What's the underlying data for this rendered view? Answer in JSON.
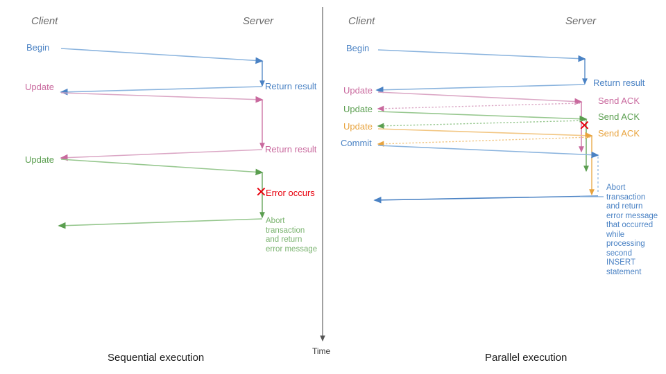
{
  "figure": {
    "title_left": "Sequential execution",
    "title_right": "Parallel execution",
    "time_axis_label": "Time"
  },
  "colors": {
    "blue": "#4a82c4",
    "blue_light": "#8bb4de",
    "pink": "#c9699e",
    "pink_light": "#dba7c5",
    "green": "#5a9e4f",
    "green_light": "#96c78e",
    "orange": "#e8a33d",
    "orange_light": "#f2c682",
    "red": "#e8000d",
    "gray": "#6b6b6b",
    "axis": "#555555"
  },
  "left_panel": {
    "lane_client": "Client",
    "lane_server": "Server",
    "messages": [
      {
        "id": "begin",
        "label": "Begin",
        "color": "blue"
      },
      {
        "id": "update1",
        "label": "Update",
        "color": "pink"
      },
      {
        "id": "update2",
        "label": "Update",
        "color": "green"
      }
    ],
    "server_labels": [
      {
        "id": "return1",
        "label": "Return result",
        "color": "blue"
      },
      {
        "id": "return2",
        "label": "Return result",
        "color": "pink"
      }
    ],
    "error_label": "Error occurs",
    "error_mark": "x-mark-icon",
    "abort_note": [
      "Abort",
      "transaction",
      "and return",
      "error message"
    ]
  },
  "right_panel": {
    "lane_client": "Client",
    "lane_server": "Server",
    "messages": [
      {
        "id": "begin",
        "label": "Begin",
        "color": "blue"
      },
      {
        "id": "update1",
        "label": "Update",
        "color": "pink"
      },
      {
        "id": "update2",
        "label": "Update",
        "color": "green"
      },
      {
        "id": "update3",
        "label": "Update",
        "color": "orange"
      },
      {
        "id": "commit",
        "label": "Commit",
        "color": "blue"
      }
    ],
    "server_labels": [
      {
        "id": "return",
        "label": "Return result",
        "color": "blue"
      },
      {
        "id": "ack1",
        "label": "Send ACK",
        "color": "pink"
      },
      {
        "id": "ack2",
        "label": "Send ACK",
        "color": "green"
      },
      {
        "id": "ack3",
        "label": "Send ACK",
        "color": "orange"
      }
    ],
    "error_mark": "x-mark-icon",
    "abort_note": [
      "Abort",
      "transaction",
      "and return",
      "error message",
      "that occurred",
      "while",
      "processing",
      "second",
      "INSERT",
      "statement"
    ]
  }
}
